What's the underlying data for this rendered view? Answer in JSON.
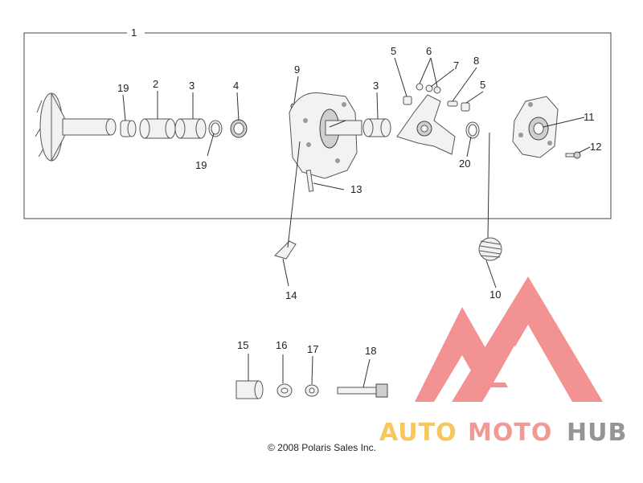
{
  "labels": {
    "l1": "1",
    "l2": "2",
    "l3a": "3",
    "l3b": "3",
    "l4": "4",
    "l5a": "5",
    "l5b": "5",
    "l6": "6",
    "l7": "7",
    "l8": "8",
    "l9": "9",
    "l10": "10",
    "l11": "11",
    "l12": "12",
    "l13": "13",
    "l14": "14",
    "l15": "15",
    "l16": "16",
    "l17": "17",
    "l18": "18",
    "l19a": "19",
    "l19b": "19",
    "l20": "20"
  },
  "copyright": "© 2008 Polaris Sales Inc.",
  "watermark": {
    "auto": "AUTO",
    "moto": "MOTO",
    "hub": "HUB",
    "color_auto": "#f5c14b",
    "color_moto": "#f08f8a",
    "color_hub": "#8a8a8a",
    "logo_color": "#f07f7f"
  }
}
